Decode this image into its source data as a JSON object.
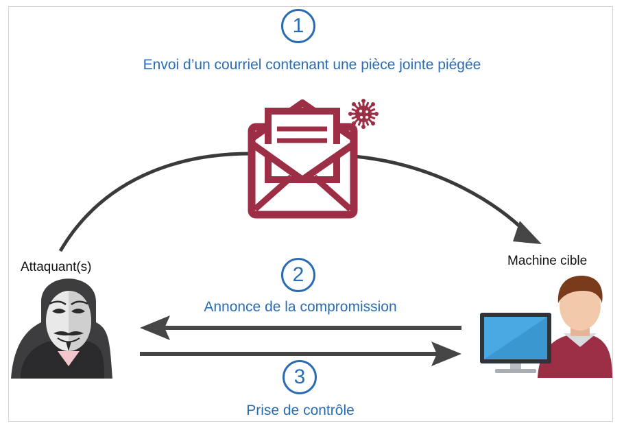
{
  "steps": [
    {
      "number": "1",
      "label": "Envoi d’un courriel contenant une pièce jointe piégée"
    },
    {
      "number": "2",
      "label": "Annonce de la compromission"
    },
    {
      "number": "3",
      "label": "Prise de contrôle"
    }
  ],
  "actors": {
    "attacker": "Attaquant(s)",
    "target": "Machine cible"
  },
  "icons": {
    "attacker": "hooded-masked-hacker-icon",
    "email": "open-envelope-icon",
    "malware": "virus-icon",
    "target": "user-with-computer-icon"
  },
  "colors": {
    "accent": "#2a6cb3",
    "envelope": "#9c2e45",
    "arrows": "#454545"
  }
}
